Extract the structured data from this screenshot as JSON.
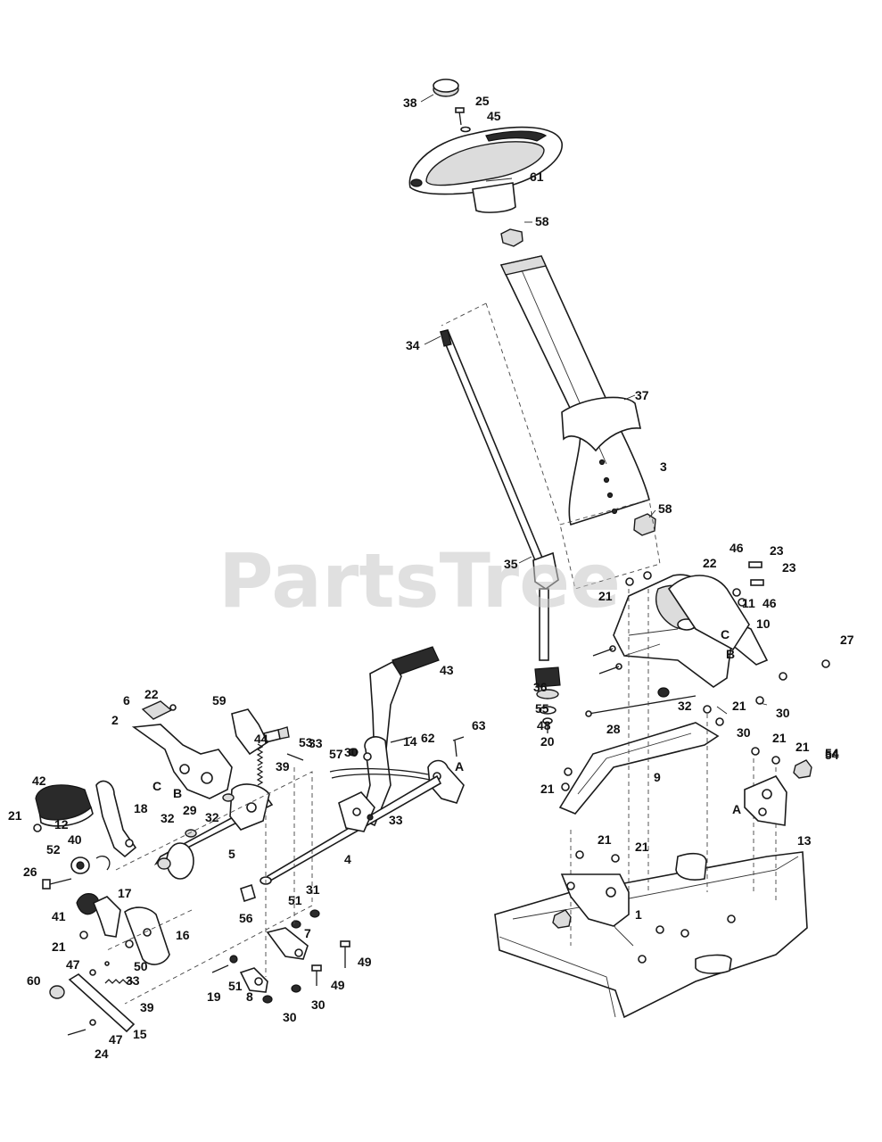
{
  "watermark": "PartsTree",
  "callouts": [
    {
      "n": "38"
    },
    {
      "n": "25"
    },
    {
      "n": "45"
    },
    {
      "n": "61"
    },
    {
      "n": "58"
    },
    {
      "n": "34"
    },
    {
      "n": "37"
    },
    {
      "n": "3"
    },
    {
      "n": "58"
    },
    {
      "n": "35"
    },
    {
      "n": "46"
    },
    {
      "n": "23"
    },
    {
      "n": "22"
    },
    {
      "n": "23"
    },
    {
      "n": "21"
    },
    {
      "n": "11"
    },
    {
      "n": "46"
    },
    {
      "n": "10"
    },
    {
      "n": "27"
    },
    {
      "n": "C"
    },
    {
      "n": "B"
    },
    {
      "n": "36"
    },
    {
      "n": "32"
    },
    {
      "n": "21"
    },
    {
      "n": "30"
    },
    {
      "n": "55"
    },
    {
      "n": "48"
    },
    {
      "n": "20"
    },
    {
      "n": "28"
    },
    {
      "n": "30"
    },
    {
      "n": "21"
    },
    {
      "n": "21"
    },
    {
      "n": "54"
    },
    {
      "n": "9"
    },
    {
      "n": "21"
    },
    {
      "n": "A"
    },
    {
      "n": "13"
    },
    {
      "n": "21"
    },
    {
      "n": "21"
    },
    {
      "n": "54"
    },
    {
      "n": "1"
    },
    {
      "n": "43"
    },
    {
      "n": "62"
    },
    {
      "n": "63"
    },
    {
      "n": "30"
    },
    {
      "n": "14"
    },
    {
      "n": "57"
    },
    {
      "n": "A"
    },
    {
      "n": "33"
    },
    {
      "n": "4"
    },
    {
      "n": "6"
    },
    {
      "n": "22"
    },
    {
      "n": "2"
    },
    {
      "n": "59"
    },
    {
      "n": "44"
    },
    {
      "n": "53"
    },
    {
      "n": "33"
    },
    {
      "n": "39"
    },
    {
      "n": "C"
    },
    {
      "n": "B"
    },
    {
      "n": "42"
    },
    {
      "n": "12"
    },
    {
      "n": "18"
    },
    {
      "n": "21"
    },
    {
      "n": "32"
    },
    {
      "n": "29"
    },
    {
      "n": "32"
    },
    {
      "n": "5"
    },
    {
      "n": "40"
    },
    {
      "n": "52"
    },
    {
      "n": "26"
    },
    {
      "n": "17"
    },
    {
      "n": "41"
    },
    {
      "n": "56"
    },
    {
      "n": "31"
    },
    {
      "n": "51"
    },
    {
      "n": "7"
    },
    {
      "n": "16"
    },
    {
      "n": "21"
    },
    {
      "n": "50"
    },
    {
      "n": "47"
    },
    {
      "n": "33"
    },
    {
      "n": "60"
    },
    {
      "n": "39"
    },
    {
      "n": "49"
    },
    {
      "n": "49"
    },
    {
      "n": "19"
    },
    {
      "n": "51"
    },
    {
      "n": "8"
    },
    {
      "n": "30"
    },
    {
      "n": "30"
    },
    {
      "n": "15"
    },
    {
      "n": "47"
    },
    {
      "n": "24"
    }
  ]
}
